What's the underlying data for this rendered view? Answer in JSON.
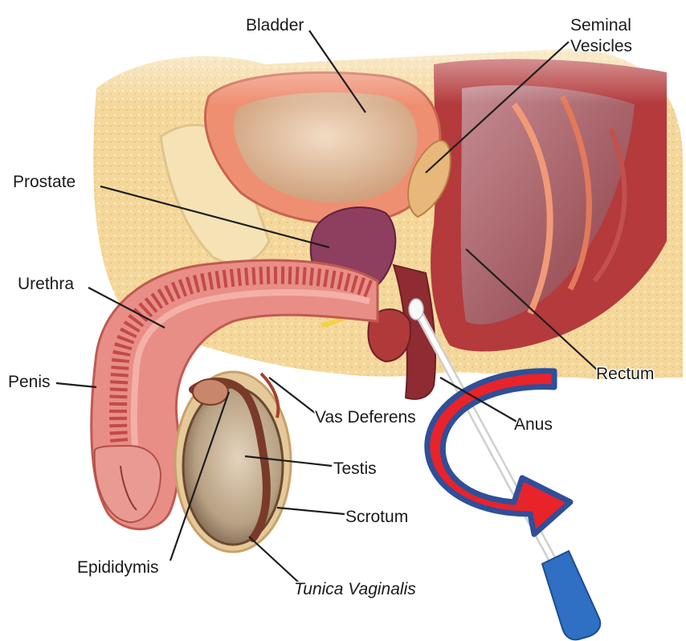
{
  "labels": {
    "bladder": "Bladder",
    "seminal_vesicles_line1": "Seminal",
    "seminal_vesicles_line2": "Vesicles",
    "prostate": "Prostate",
    "urethra": "Urethra",
    "penis": "Penis",
    "rectum": "Rectum",
    "vas_deferens": "Vas Deferens",
    "anus": "Anus",
    "testis": "Testis",
    "scrotum": "Scrotum",
    "epididymis": "Epididymis",
    "tunica_vaginalis": "Tunica Vaginalis"
  },
  "colors": {
    "fat_tissue": "#f4d79a",
    "muscle_pink": "#d9807a",
    "bladder_wall": "#ef8f72",
    "bladder_lumen": "#e8c6a4",
    "prostate": "#8e3e5e",
    "rectum_wall": "#b43a3c",
    "rectum_lumen": "#a05a5e",
    "urethra_lining": "#f4b0a8",
    "testis": "#cdb89e",
    "swab_handle": "#f2f2f2",
    "swab_cap": "#2f6fc4",
    "rotation_arrow": "#e8232a",
    "rotation_arrow_outline": "#2e4f9a"
  }
}
